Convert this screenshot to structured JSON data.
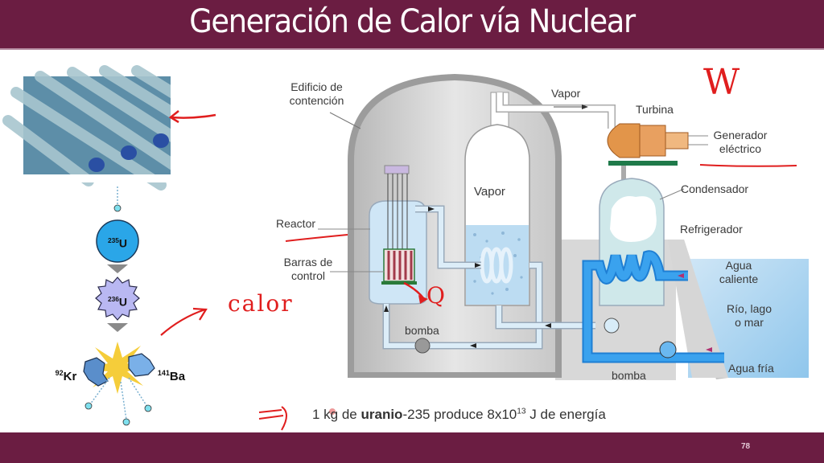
{
  "slide": {
    "title": "Generación de Calor vía Nuclear",
    "page_number": "78",
    "colors": {
      "brand": "#6b1d42",
      "annotation": "#e01e1e",
      "water": "#2a90e0"
    }
  },
  "fission": {
    "u235": "235",
    "u235_symbol": "U",
    "u236": "236",
    "u236_symbol": "U",
    "kr_mass": "92",
    "kr_symbol": "Kr",
    "ba_mass": "141",
    "ba_symbol": "Ba"
  },
  "diagram": {
    "labels": {
      "containment_1": "Edificio de",
      "containment_2": "contención",
      "vapor_top": "Vapor",
      "turbine": "Turbina",
      "generator_1": "Generador",
      "generator_2": "eléctrico",
      "vapor_inside": "Vapor",
      "condenser": "Condensador",
      "reactor": "Reactor",
      "control_rods_1": "Barras de",
      "control_rods_2": "control",
      "refrigerator": "Refrigerador",
      "hot_water_1": "Agua",
      "hot_water_2": "caliente",
      "river_1": "Río, lago",
      "river_2": "o mar",
      "pump_left": "bomba",
      "pump_right": "bomba",
      "cold_water": "Agua fría"
    }
  },
  "annotations": {
    "w": "W",
    "calor": "calor",
    "q": "Q"
  },
  "bottom": {
    "prefix": "1 kg de ",
    "bold": "uranio",
    "middle": "-235 produce 8x10",
    "exponent": "13",
    "suffix": " J de energía"
  }
}
